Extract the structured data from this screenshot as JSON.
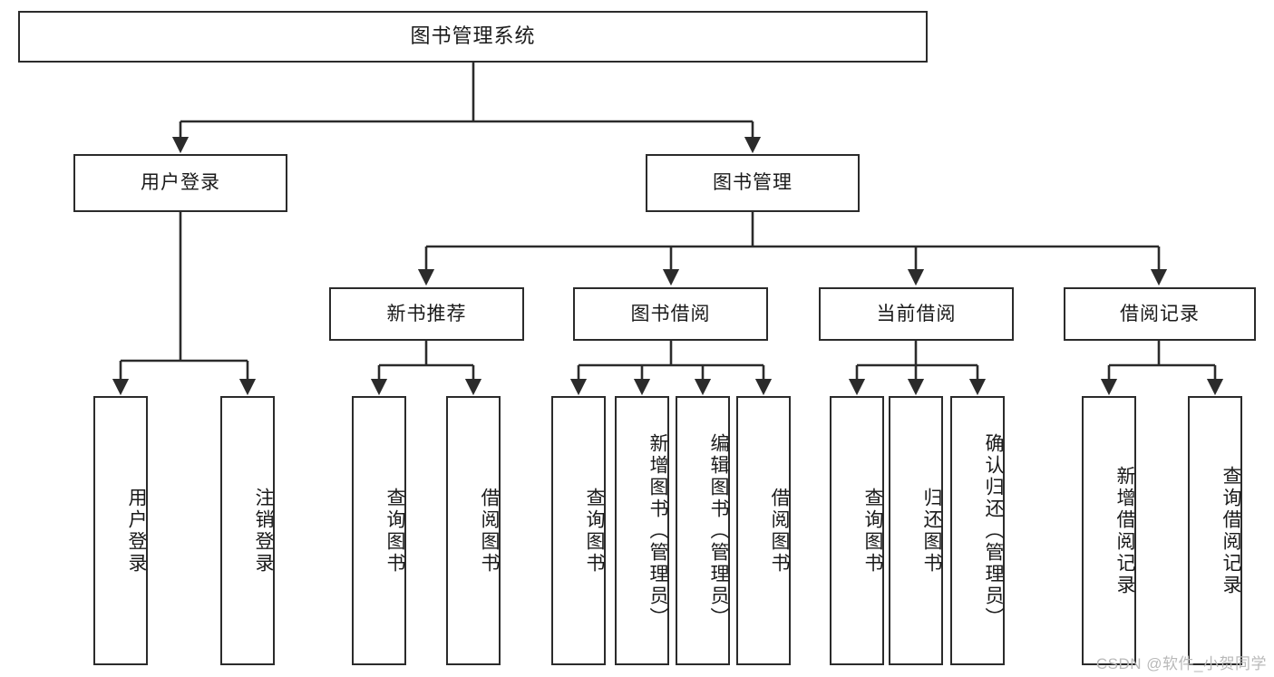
{
  "diagram": {
    "type": "tree",
    "title": "图书管理系统",
    "watermark": "CSDN @软件_小贺同学",
    "colors": {
      "box_border": "#2b2b2b",
      "box_fill": "#ffffff",
      "connector": "#2b2b2b",
      "text": "#1a1a1a",
      "watermark": "#b9b9b9"
    },
    "nodes": {
      "root": {
        "label": "图书管理系统"
      },
      "level2": [
        {
          "label": "用户登录"
        },
        {
          "label": "图书管理"
        }
      ],
      "level3": [
        {
          "label": "新书推荐"
        },
        {
          "label": "图书借阅"
        },
        {
          "label": "当前借阅"
        },
        {
          "label": "借阅记录"
        }
      ],
      "leaves_user_login": [
        {
          "label": "用户登录"
        },
        {
          "label": "注销登录"
        }
      ],
      "leaves_new_books": [
        {
          "label": "查询图书"
        },
        {
          "label": "借阅图书"
        }
      ],
      "leaves_borrow": [
        {
          "label": "查询图书"
        },
        {
          "label": "新增图书（管理员）"
        },
        {
          "label": "编辑图书（管理员）"
        },
        {
          "label": "借阅图书"
        }
      ],
      "leaves_current": [
        {
          "label": "查询图书"
        },
        {
          "label": "归还图书"
        },
        {
          "label": "确认归还（管理员）"
        }
      ],
      "leaves_records": [
        {
          "label": "新增借阅记录"
        },
        {
          "label": "查询借阅记录"
        }
      ]
    }
  }
}
